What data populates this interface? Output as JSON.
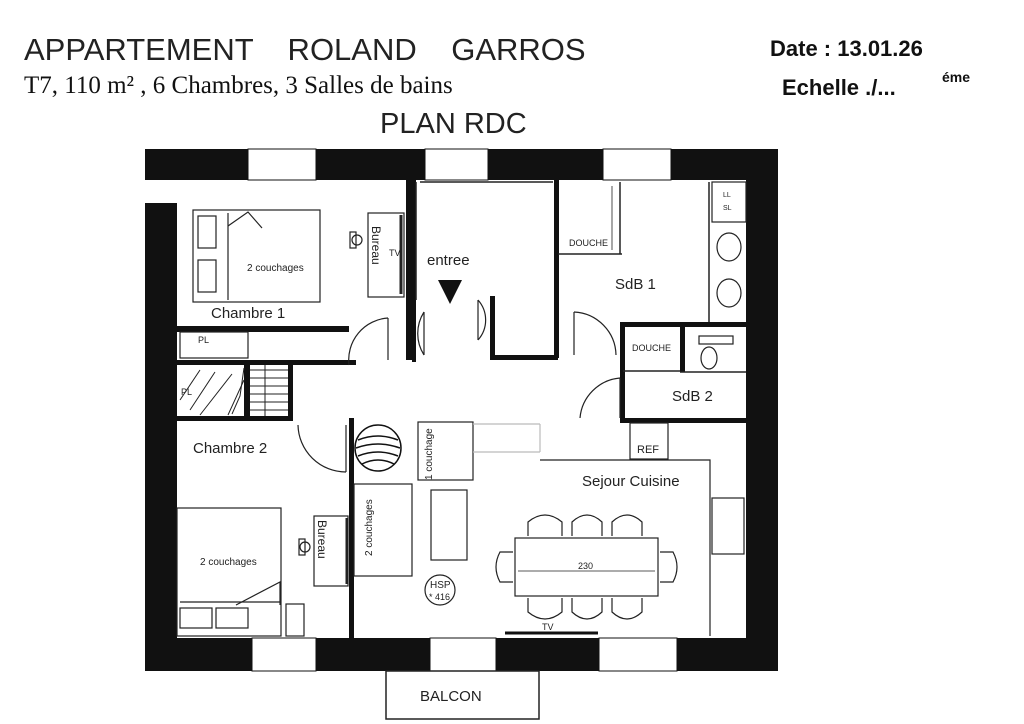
{
  "header": {
    "title": "APPARTEMENT    ROLAND    GARROS",
    "subtitle": "T7, 110 m² , 6 Chambres, 3 Salles de bains",
    "plan_name": "PLAN RDC",
    "date": "Date : 13.01.26",
    "scale": "Echelle ./...",
    "scale_suffix": "éme"
  },
  "rooms": {
    "chambre1": "Chambre 1",
    "chambre2": "Chambre 2",
    "entree": "entree",
    "sdb1": "SdB 1",
    "sdb2": "SdB 2",
    "sejour": "Sejour Cuisine",
    "balcon": "BALCON"
  },
  "fixtures": {
    "bed1": "2 couchages",
    "bed2": "2 couchages",
    "sofa_1": "1 couchage",
    "sofa_2": "2 couchages",
    "bureau1": "Bureau",
    "bureau2": "Bureau",
    "tv1": "TV",
    "tv2": "TV",
    "pl1": "PL",
    "pl2": "PL",
    "douche1": "DOUCHE",
    "douche2": "DOUCHE",
    "llsl_1": "LL",
    "llsl_2": "SL",
    "ref": "REF",
    "table_len": "230",
    "hsp_1": "HSP",
    "hsp_2": "* 416"
  }
}
